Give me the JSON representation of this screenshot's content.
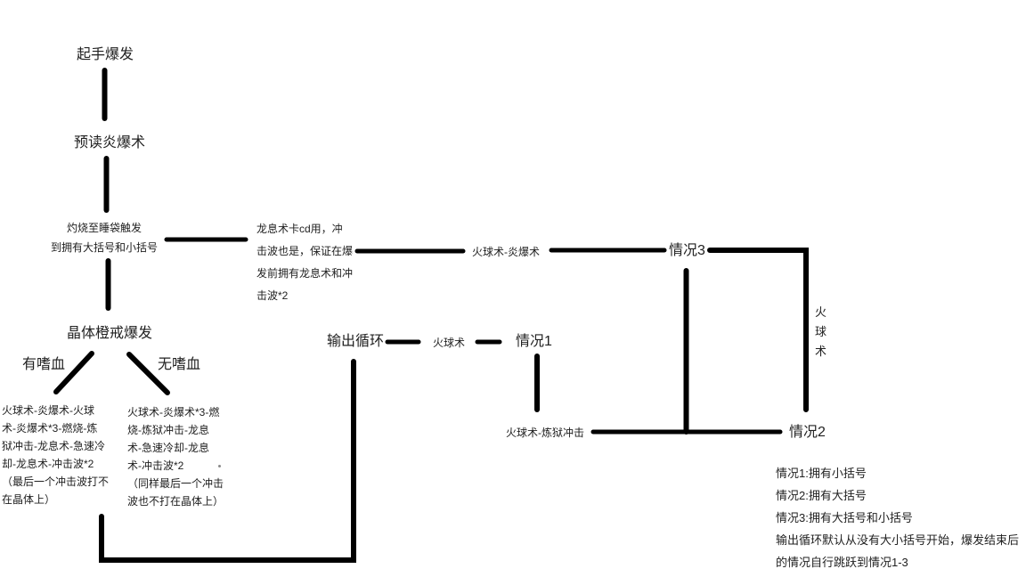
{
  "diagram": {
    "background": "#ffffff",
    "text_color": "#212121",
    "line_color": "#000000",
    "top_flow": {
      "opening_burst": "起手爆发",
      "precast_pyroblast": "预读炎爆术",
      "scorch_trigger_note": [
        "灼烧至睡袋触发",
        "到拥有大括号和小括号"
      ],
      "dragons_breath_note": [
        "龙息术卡cd用，冲",
        "击波也是，保证在爆",
        "发前拥有龙息术和冲",
        "击波*2"
      ],
      "fireball_pyroblast": "火球术-炎爆术",
      "case3_label": "情况3"
    },
    "burst_section": {
      "crystal_ring_burst": "晶体橙戒爆发",
      "with_bloodlust": "有嗜血",
      "without_bloodlust": "无嗜血",
      "bloodlust_rotation": [
        "火球术-炎爆术-火球",
        "术-炎爆术*3-燃烧-炼",
        "狱冲击-龙息术-急速冷",
        "却-龙息术-冲击波*2",
        "（最后一个冲击波打不",
        "在晶体上）"
      ],
      "no_bloodlust_rotation": [
        "火球术-炎爆术*3-燃",
        "烧-炼狱冲击-龙息",
        "术-急速冷却-龙息",
        "术-冲击波*2",
        "（同样最后一个冲击",
        "波也不打在晶体上）"
      ]
    },
    "cycle_section": {
      "output_cycle": "输出循环",
      "fireball": "火球术",
      "case1_label": "情况1",
      "fireball_infernal_blast": "火球术-炼狱冲击",
      "case2_label": "情况2",
      "vertical_fireball": [
        "火",
        "球",
        "术"
      ]
    },
    "legend": {
      "lines": [
        "情况1:拥有小括号",
        "情况2:拥有大括号",
        "情况3:拥有大括号和小括号",
        "输出循环默认从没有大小括号开始，爆发结束后",
        "的情况自行跳跃到情况1-3"
      ]
    }
  }
}
